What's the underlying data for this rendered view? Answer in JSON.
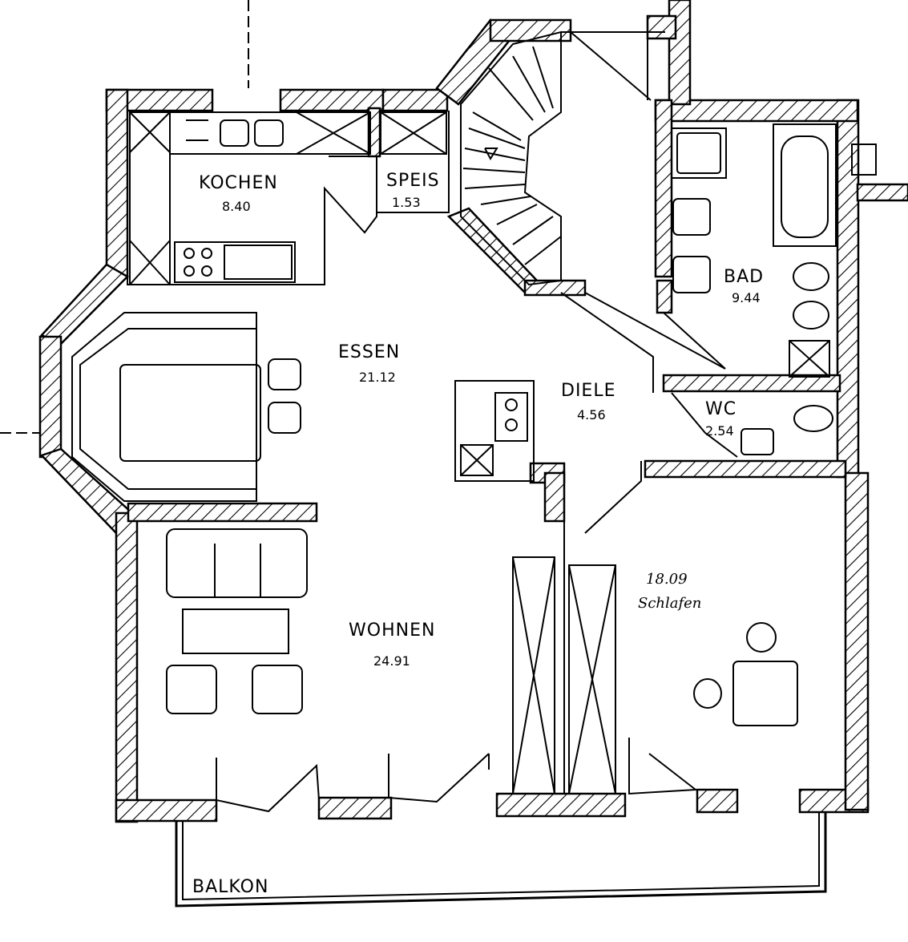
{
  "rooms": {
    "kochen": {
      "name": "KOCHEN",
      "area": "8.40"
    },
    "speis": {
      "name": "SPEIS",
      "area": "1.53"
    },
    "essen": {
      "name": "ESSEN",
      "area": "21.12"
    },
    "diele": {
      "name": "DIELE",
      "area": "4.56"
    },
    "bad": {
      "name": "BAD",
      "area": "9.44"
    },
    "wc": {
      "name": "WC",
      "area": "2.54"
    },
    "wohnen": {
      "name": "WOHNEN",
      "area": "24.91"
    },
    "schlafen": {
      "name": "Schlafen",
      "area": "18.09"
    },
    "balkon": {
      "name": "BALKON"
    }
  },
  "colors": {
    "ink": "#000000",
    "paper": "#ffffff"
  }
}
